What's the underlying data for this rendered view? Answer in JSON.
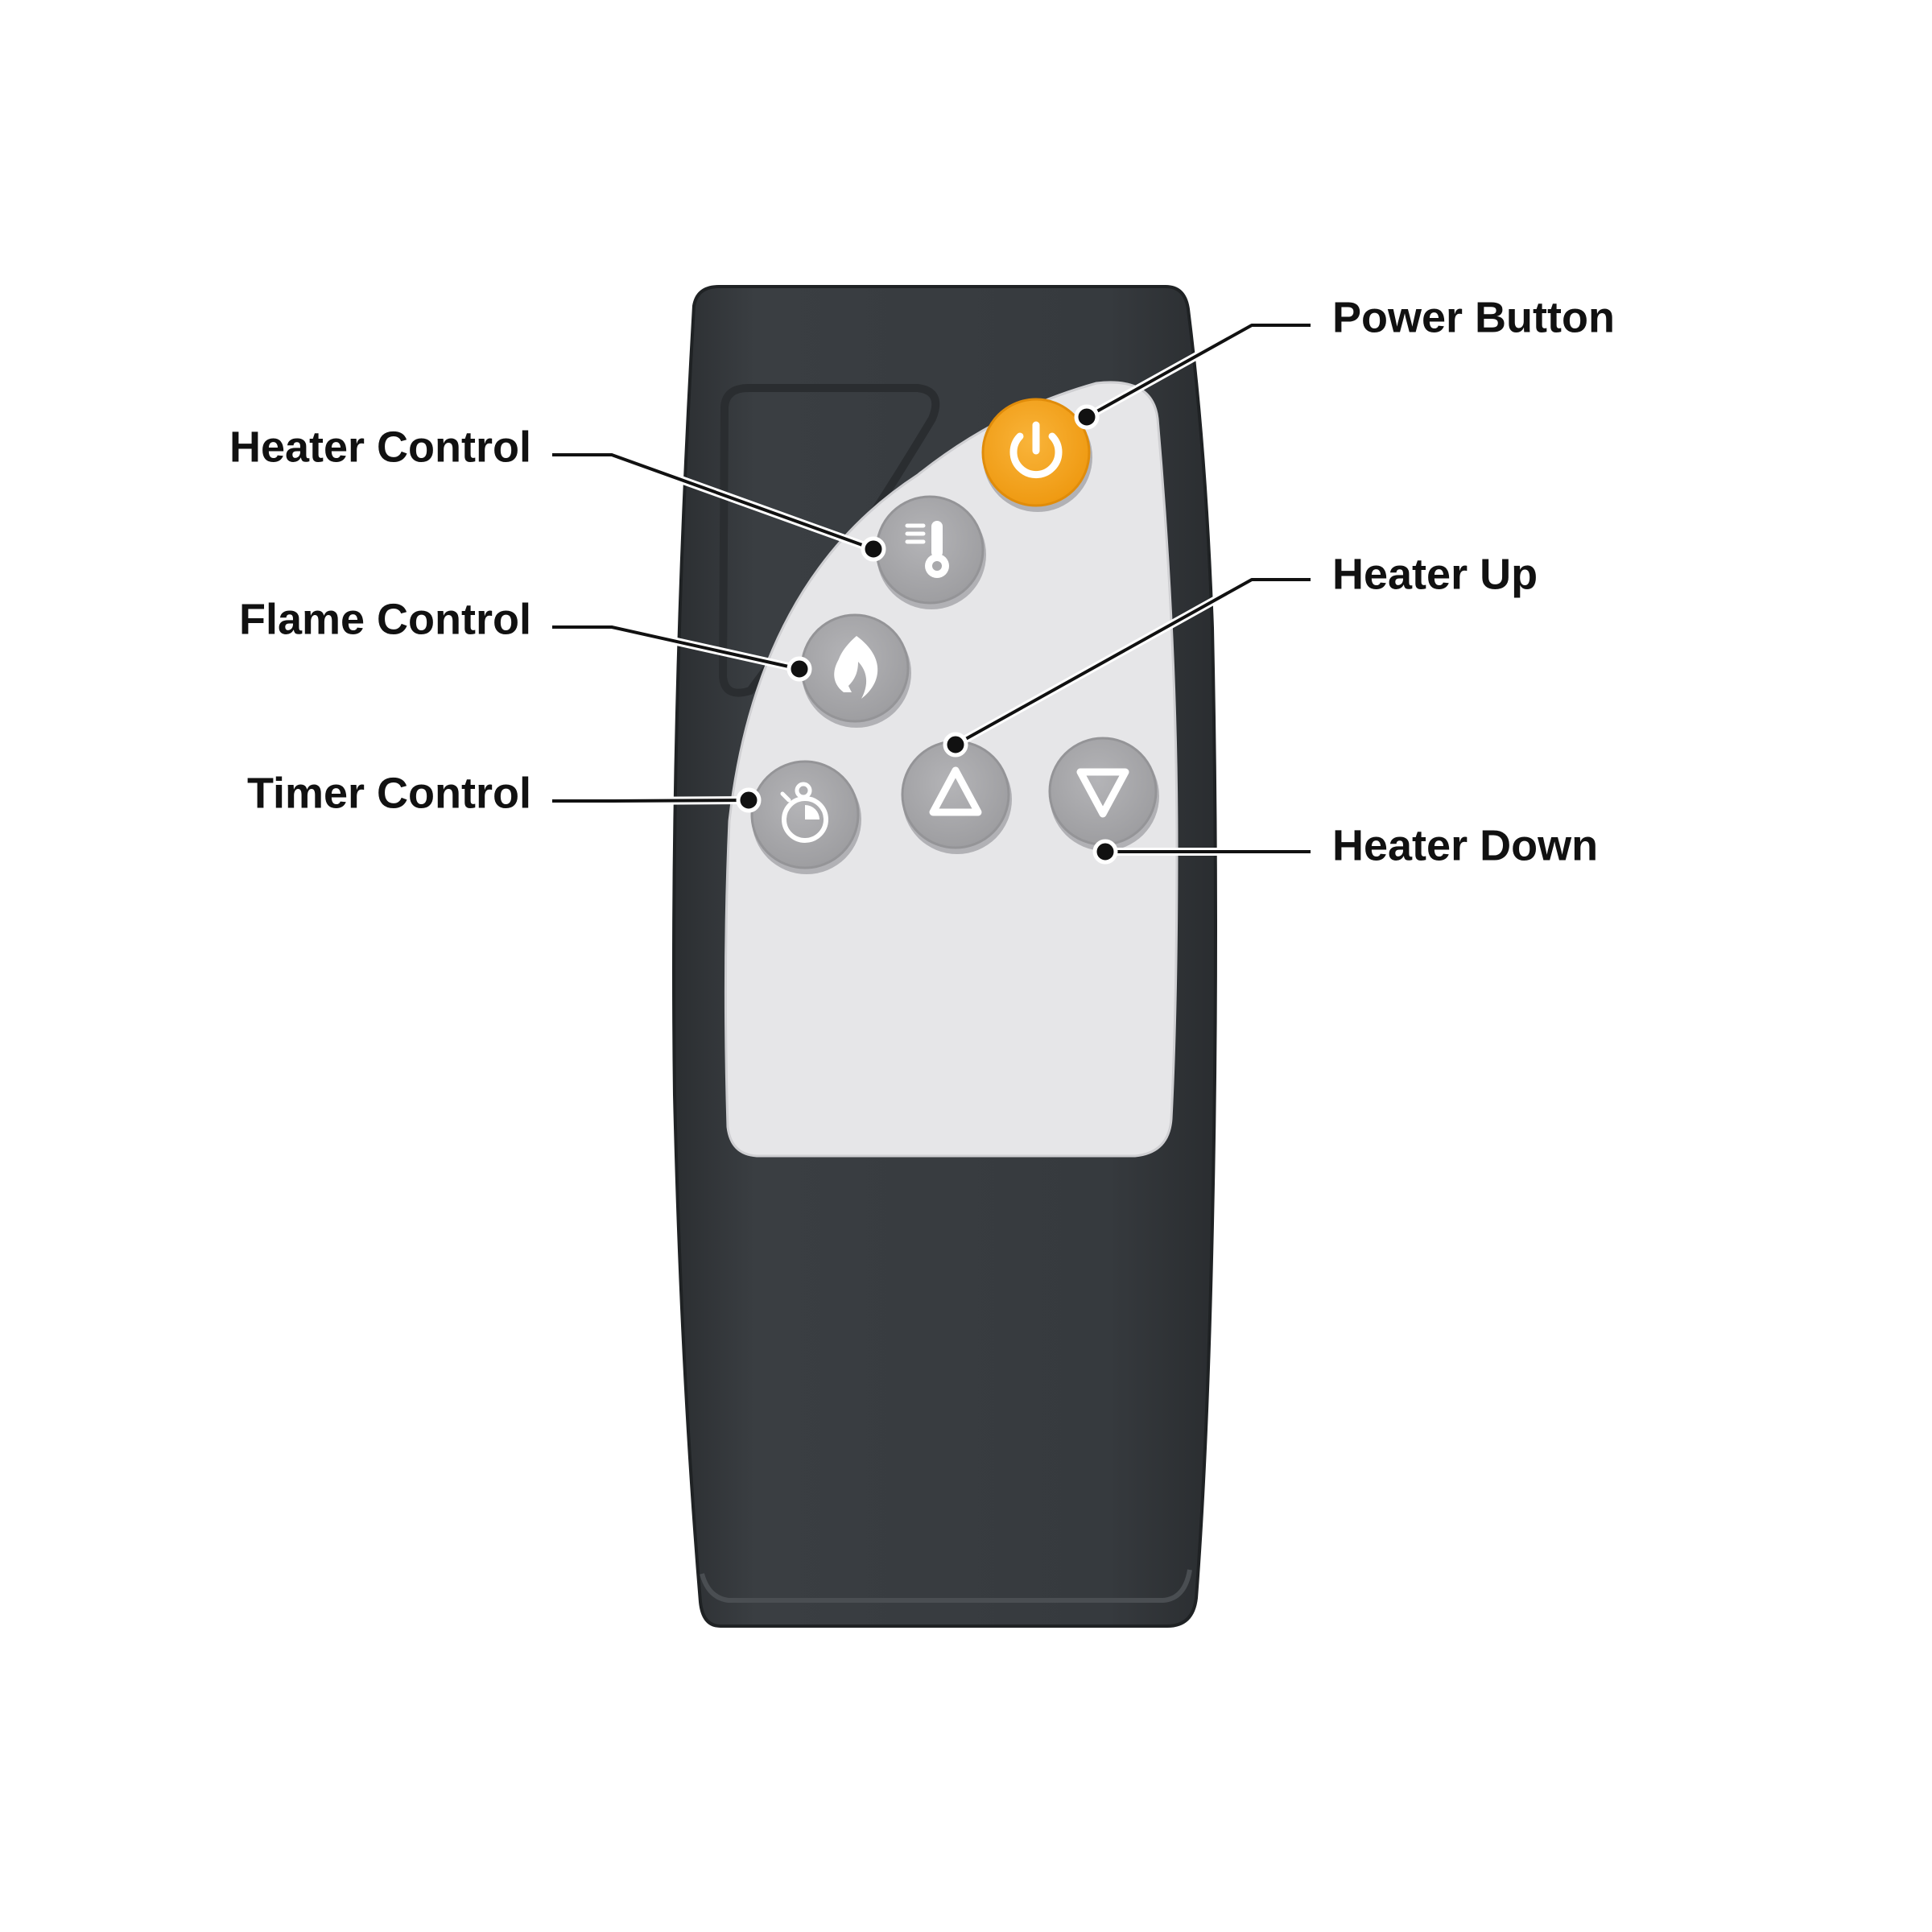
{
  "colors": {
    "background": "#ffffff",
    "remote_body": "#363a3e",
    "remote_edge": "#25282b",
    "panel": "#e6e6e8",
    "button": "#a9a9ac",
    "power_button": "#f5a623",
    "icon": "#ffffff",
    "callout_line": "#111111"
  },
  "buttons": [
    {
      "id": "power",
      "icon": "power-icon"
    },
    {
      "id": "heater",
      "icon": "thermometer-icon"
    },
    {
      "id": "flame",
      "icon": "flame-icon"
    },
    {
      "id": "timer",
      "icon": "timer-icon"
    },
    {
      "id": "up",
      "icon": "triangle-up-icon"
    },
    {
      "id": "down",
      "icon": "triangle-down-icon"
    }
  ],
  "callouts": {
    "power": "Power Button",
    "heater": "Heater Control",
    "flame": "Flame Control",
    "timer": "Timer Control",
    "up": "Heater Up",
    "down": "Heater Down"
  }
}
